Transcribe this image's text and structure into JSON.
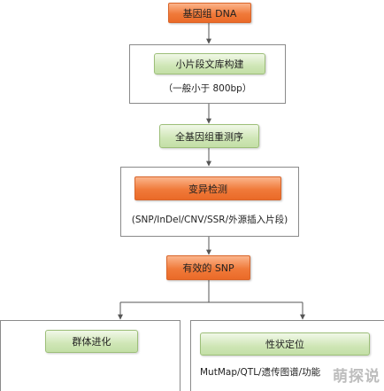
{
  "nodes": {
    "genome_dna": "基因组 DNA",
    "library": "小片段文库构建",
    "library_note": "（一般小于 800bp）",
    "resequencing": "全基因组重测序",
    "variant_detection": "变异检测",
    "variant_types": "(SNP/InDel/CNV/SSR/外源插入片段)",
    "effective_snp": "有效的 SNP",
    "population_evolution": "群体进化",
    "trait_location": "性状定位",
    "trait_methods": "MutMap/QTL/遗传图谱/功能"
  },
  "watermark": "萌探说",
  "colors": {
    "orange": "#f07a3a",
    "green": "#cfe6b6",
    "arrow": "#555555",
    "frame": "#8a8a8a"
  }
}
